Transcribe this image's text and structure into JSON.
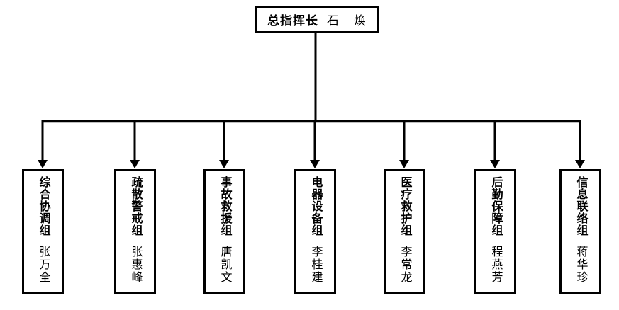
{
  "chart": {
    "type": "org-chart",
    "root": {
      "title": "总指挥长",
      "name": "石　焕"
    },
    "groups": [
      {
        "title": "综合协调组",
        "name": "张万全"
      },
      {
        "title": "疏散警戒组",
        "name": "张惠峰"
      },
      {
        "title": "事故救援组",
        "name": "唐凯文"
      },
      {
        "title": "电器设备组",
        "name": "李桂建"
      },
      {
        "title": "医疗救护组",
        "name": "李常龙"
      },
      {
        "title": "后勤保障组",
        "name": "程燕芳"
      },
      {
        "title": "信息联络组",
        "name": "蒋华珍"
      }
    ],
    "colors": {
      "line": "#000000",
      "box_border": "#000000",
      "background": "#ffffff",
      "text": "#000000"
    }
  }
}
